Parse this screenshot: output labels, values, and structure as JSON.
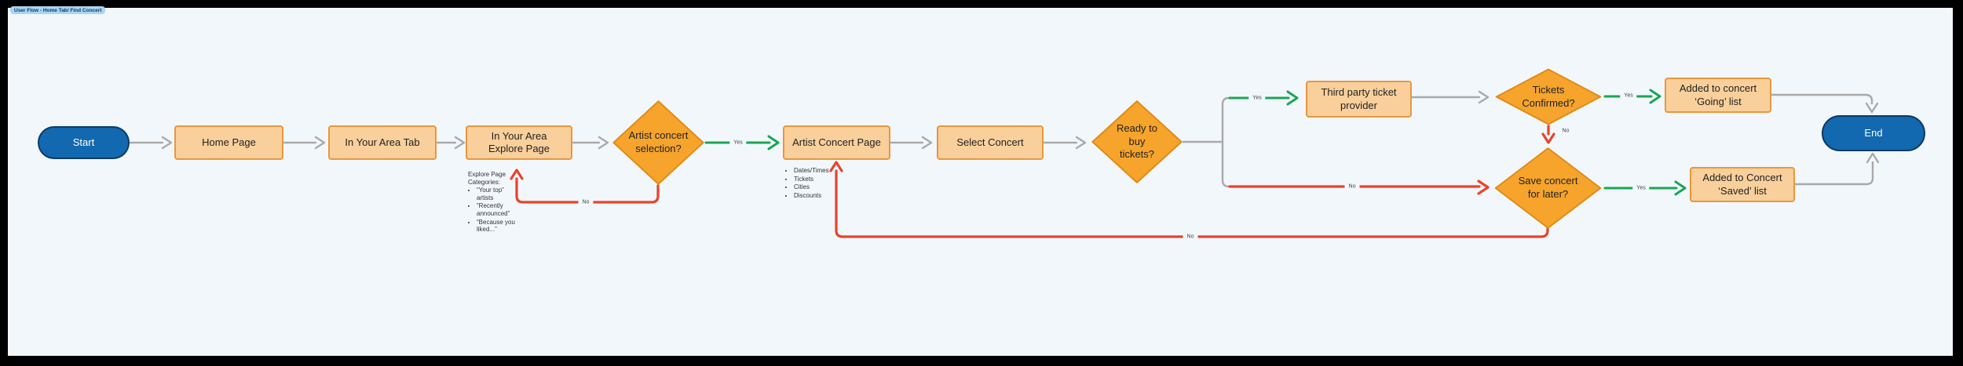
{
  "title": "User Flow - Home Tab/ Find Concert",
  "labels": {
    "yes": "Yes",
    "no": "No"
  },
  "nodes": {
    "start": "Start",
    "home_page": "Home Page",
    "in_your_area_tab": "In Your Area Tab",
    "explore_page": "In Your Area Explore Page",
    "artist_concert_selection": "Artist concert selection?",
    "artist_concert_page": "Artist Concert Page",
    "select_concert": "Select Concert",
    "ready_to_buy": "Ready to buy tickets?",
    "third_party": "Third party ticket provider",
    "tickets_confirmed": "Tickets Confirmed?",
    "going_list": "Added to concert ‘Going’ list",
    "save_for_later": "Save concert for later?",
    "saved_list": "Added to Concert ‘Saved’ list",
    "end": "End"
  },
  "annotations": {
    "explore_categories_title": "Explore Page Categories:",
    "explore_categories": [
      "“Your top” artists",
      "“Recently announced”",
      "“Because you liked...”"
    ],
    "concert_page_details": [
      "Dates/Times",
      "Tickets",
      "Cities",
      "Discounts"
    ]
  },
  "colors": {
    "canvas": "#f2f7fc",
    "process_fill": "#f9cf9b",
    "process_border": "#e9973d",
    "decision_fill": "#f6a42c",
    "decision_border": "#e08c15",
    "terminal_fill": "#1269af",
    "terminal_border": "#0d3a66",
    "arrow_gray": "#a9a9a9",
    "arrow_green": "#1aa653",
    "arrow_red": "#e8432c",
    "title_bg": "#a9d4f4"
  }
}
